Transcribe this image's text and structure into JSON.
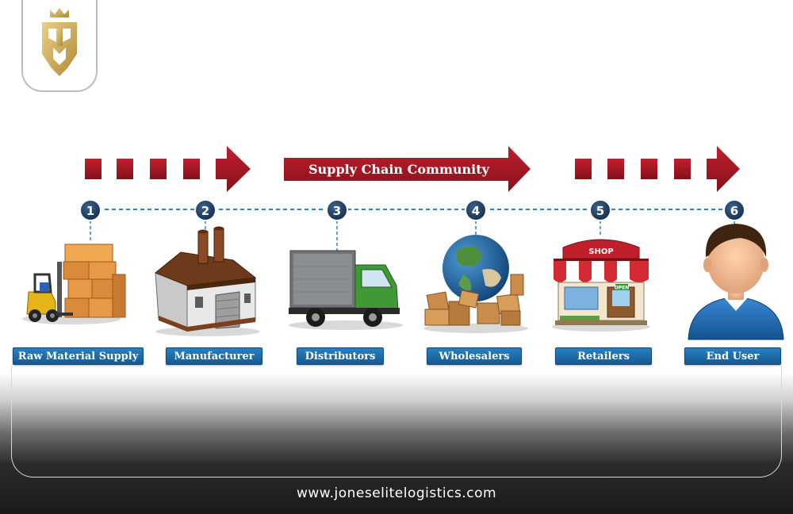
{
  "banner_title": "Supply Chain Community",
  "steps": [
    {
      "number": "1",
      "label": "Raw Material Supply",
      "icon": "forklift-boxes-icon"
    },
    {
      "number": "2",
      "label": "Manufacturer",
      "icon": "factory-icon"
    },
    {
      "number": "3",
      "label": "Distributors",
      "icon": "truck-icon"
    },
    {
      "number": "4",
      "label": "Wholesalers",
      "icon": "globe-boxes-icon"
    },
    {
      "number": "5",
      "label": "Retailers",
      "icon": "shop-icon"
    },
    {
      "number": "6",
      "label": "End User",
      "icon": "person-icon"
    }
  ],
  "shop_sign": "SHOP",
  "shop_open_sign": "OPEN",
  "website": "www.joneselitelogistics.com",
  "colors": {
    "arrow_red": "#a10e1b",
    "node_navy": "#1d3f66",
    "label_blue": "#1a66a6",
    "logo_gold": "#c9a24a"
  }
}
